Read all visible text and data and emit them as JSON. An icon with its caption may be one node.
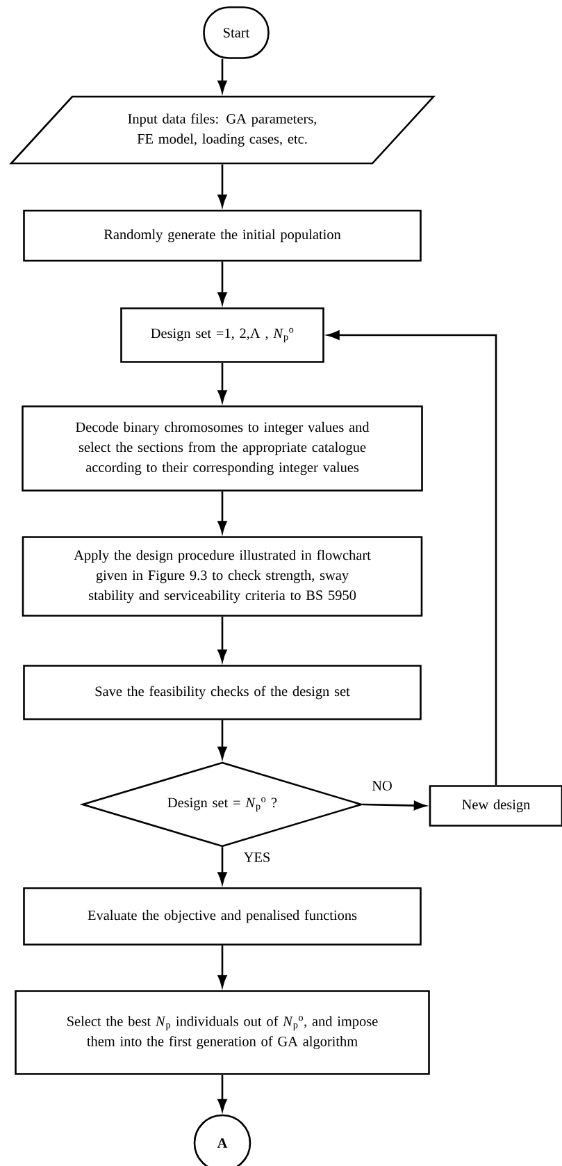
{
  "diagram": {
    "nodes": [
      {
        "text": [
          "Start"
        ]
      },
      {
        "text": [
          "Input data files: GA parameters, FE model, loading cases, etc."
        ]
      },
      {
        "text": [
          "Randomly generate the initial population"
        ]
      },
      {
        "text": [
          "Design set =1, 2,Λ , *N*$_{p}$$^{o}$"
        ]
      },
      {
        "text": [
          "Decode binary chromosomes to integer values and select the sections from the appropriate catalogue according to their corresponding integer values"
        ]
      },
      {
        "text": [
          "Apply the design procedure illustrated in flowchart given in Figure 9.3 to check strength, sway stability and serviceability criteria to BS 5950"
        ]
      },
      {
        "text": [
          "Save the feasibility checks of the design set"
        ]
      },
      {
        "text": [
          "Design set = *N*$_{p}$$^{o}$ ?"
        ]
      },
      {
        "text": [
          "New design"
        ]
      },
      {
        "text": [
          "Evaluate the objective and penalised functions"
        ]
      },
      {
        "text": [
          "Select the best *N*$_{p}$ individuals out of *N*$_{p}$$^{o}$, and impose them into the first generation of GA algorithm"
        ]
      },
      {
        "text": [
          "A"
        ]
      }
    ],
    "edges": [
      {
        "from": 0,
        "to": 1,
        "arrow": "to"
      },
      {
        "from": 1,
        "to": 2,
        "arrow": "to"
      },
      {
        "from": 2,
        "to": 3,
        "arrow": "to"
      },
      {
        "from": 3,
        "to": 4,
        "arrow": "to"
      },
      {
        "from": 4,
        "to": 5,
        "arrow": "to"
      },
      {
        "from": 5,
        "to": 6,
        "arrow": "to"
      },
      {
        "from": 6,
        "to": 7,
        "arrow": "to"
      },
      {
        "from": 7,
        "to": 8,
        "arrow": "to",
        "label": "NO"
      },
      {
        "from": 8,
        "to": 3,
        "arrow": "to"
      },
      {
        "from": 7,
        "to": 9,
        "arrow": "to",
        "label": "YES"
      },
      {
        "from": 9,
        "to": 10,
        "arrow": "to"
      },
      {
        "from": 10,
        "to": 11,
        "arrow": "to"
      }
    ]
  }
}
